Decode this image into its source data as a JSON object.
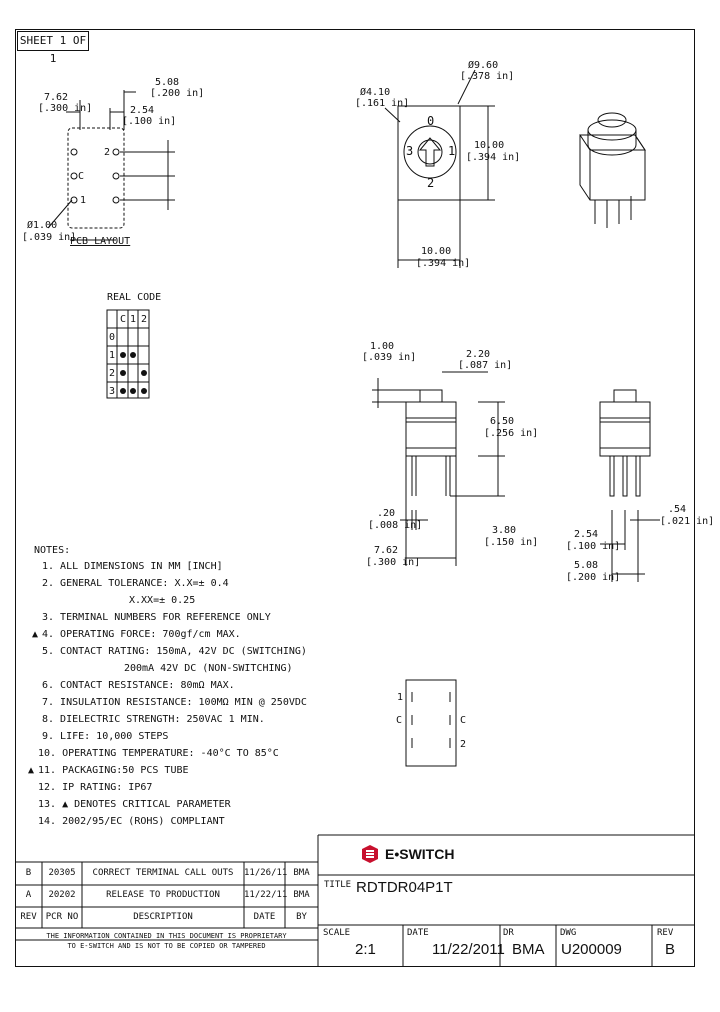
{
  "sheet": "SHEET 1 OF 1",
  "pcb": {
    "dim_528": "5.08",
    "dim_528_in": "[.200 in]",
    "dim_762": "7.62",
    "dim_762_in": "[.300 in]",
    "dim_254": "2.54",
    "dim_254_in": "[.100 in]",
    "hole_dia": "Ø1.00",
    "hole_dia_in": "[.039 in]",
    "pin_2": "2",
    "pin_c": "C",
    "pin_1": "1",
    "label": "PCB LAYOUT"
  },
  "top_view": {
    "dia_small": "Ø4.10",
    "dia_small_in": "[.161 in]",
    "dia_big": "Ø9.60",
    "dia_big_in": "[.378 in]",
    "height": "10.00",
    "height_in": "[.394 in]",
    "width": "10.00",
    "width_in": "[.394 in]",
    "num_0": "0",
    "num_1": "1",
    "num_2": "2",
    "num_3": "3"
  },
  "real_code": {
    "title": "REAL CODE",
    "headers": [
      "",
      "C",
      "1",
      "2"
    ],
    "rows": [
      {
        "pos": "0",
        "c": false,
        "one": false,
        "two": false
      },
      {
        "pos": "1",
        "c": true,
        "one": true,
        "two": false
      },
      {
        "pos": "2",
        "c": true,
        "one": false,
        "two": true
      },
      {
        "pos": "3",
        "c": true,
        "one": true,
        "two": true
      }
    ]
  },
  "side_view": {
    "dim_100": "1.00",
    "dim_100_in": "[.039 in]",
    "dim_220": "2.20",
    "dim_220_in": "[.087 in]",
    "dim_650": "6.50",
    "dim_650_in": "[.256 in]",
    "dim_020": ".20",
    "dim_020_in": "[.008 in]",
    "dim_380": "3.80",
    "dim_380_in": "[.150 in]",
    "dim_762": "7.62",
    "dim_762_in": "[.300 in]"
  },
  "right_view": {
    "dim_054": ".54",
    "dim_054_in": "[.021 in]",
    "dim_254": "2.54",
    "dim_254_in": "[.100 in]",
    "dim_508": "5.08",
    "dim_508_in": "[.200 in]"
  },
  "bottom_view": {
    "left_1": "1",
    "left_c": "C",
    "right_c": "C",
    "right_2": "2"
  },
  "notes": {
    "title": "NOTES:",
    "items": [
      "1. ALL DIMENSIONS IN MM [INCH]",
      "2. GENERAL TOLERANCE: X.X=± 0.4",
      "X.XX=± 0.25",
      "3. TERMINAL NUMBERS FOR REFERENCE ONLY",
      "4. OPERATING FORCE: 700gf/cm MAX.",
      "5. CONTACT RATING: 150mA, 42V DC (SWITCHING)",
      "200mA 42V DC (NON-SWITCHING)",
      "6. CONTACT RESISTANCE: 80mΩ MAX.",
      "7. INSULATION RESISTANCE: 100MΩ MIN @ 250VDC",
      "8. DIELECTRIC STRENGTH: 250VAC 1 MIN.",
      "9. LIFE: 10,000 STEPS",
      "10. OPERATING TEMPERATURE: -40°C TO 85°C",
      "11. PACKAGING:50 PCS TUBE",
      "12. IP RATING: IP67",
      "13. ▲ DENOTES CRITICAL PARAMETER",
      "14. 2002/95/EC (ROHS) COMPLIANT"
    ]
  },
  "revisions": {
    "rows": [
      {
        "rev": "B",
        "pcr": "20305",
        "desc": "CORRECT TERMINAL CALL OUTS",
        "date": "11/26/11",
        "by": "BMA"
      },
      {
        "rev": "A",
        "pcr": "20202",
        "desc": "RELEASE TO PRODUCTION",
        "date": "11/22/11",
        "by": "BMA"
      }
    ],
    "headers": {
      "rev": "REV",
      "pcr": "PCR NO",
      "desc": "DESCRIPTION",
      "date": "DATE",
      "by": "BY"
    },
    "disclaimer_1": "THE INFORMATION CONTAINED IN THIS DOCUMENT IS PROPRIETARY",
    "disclaimer_2": "TO E-SWITCH AND IS NOT TO BE COPIED OR TAMPERED"
  },
  "title_block": {
    "brand": "E•SWITCH",
    "title_label": "TITLE",
    "title": "RDTDR04P1T",
    "scale_label": "SCALE",
    "scale": "2:1",
    "date_label": "DATE",
    "date": "11/22/2011",
    "dr_label": "DR",
    "dr": "BMA",
    "dwg_label": "DWG",
    "dwg": "U200009",
    "rev_label": "REV",
    "rev": "B"
  },
  "colors": {
    "line": "#111111",
    "brand_red": "#c8102e"
  }
}
